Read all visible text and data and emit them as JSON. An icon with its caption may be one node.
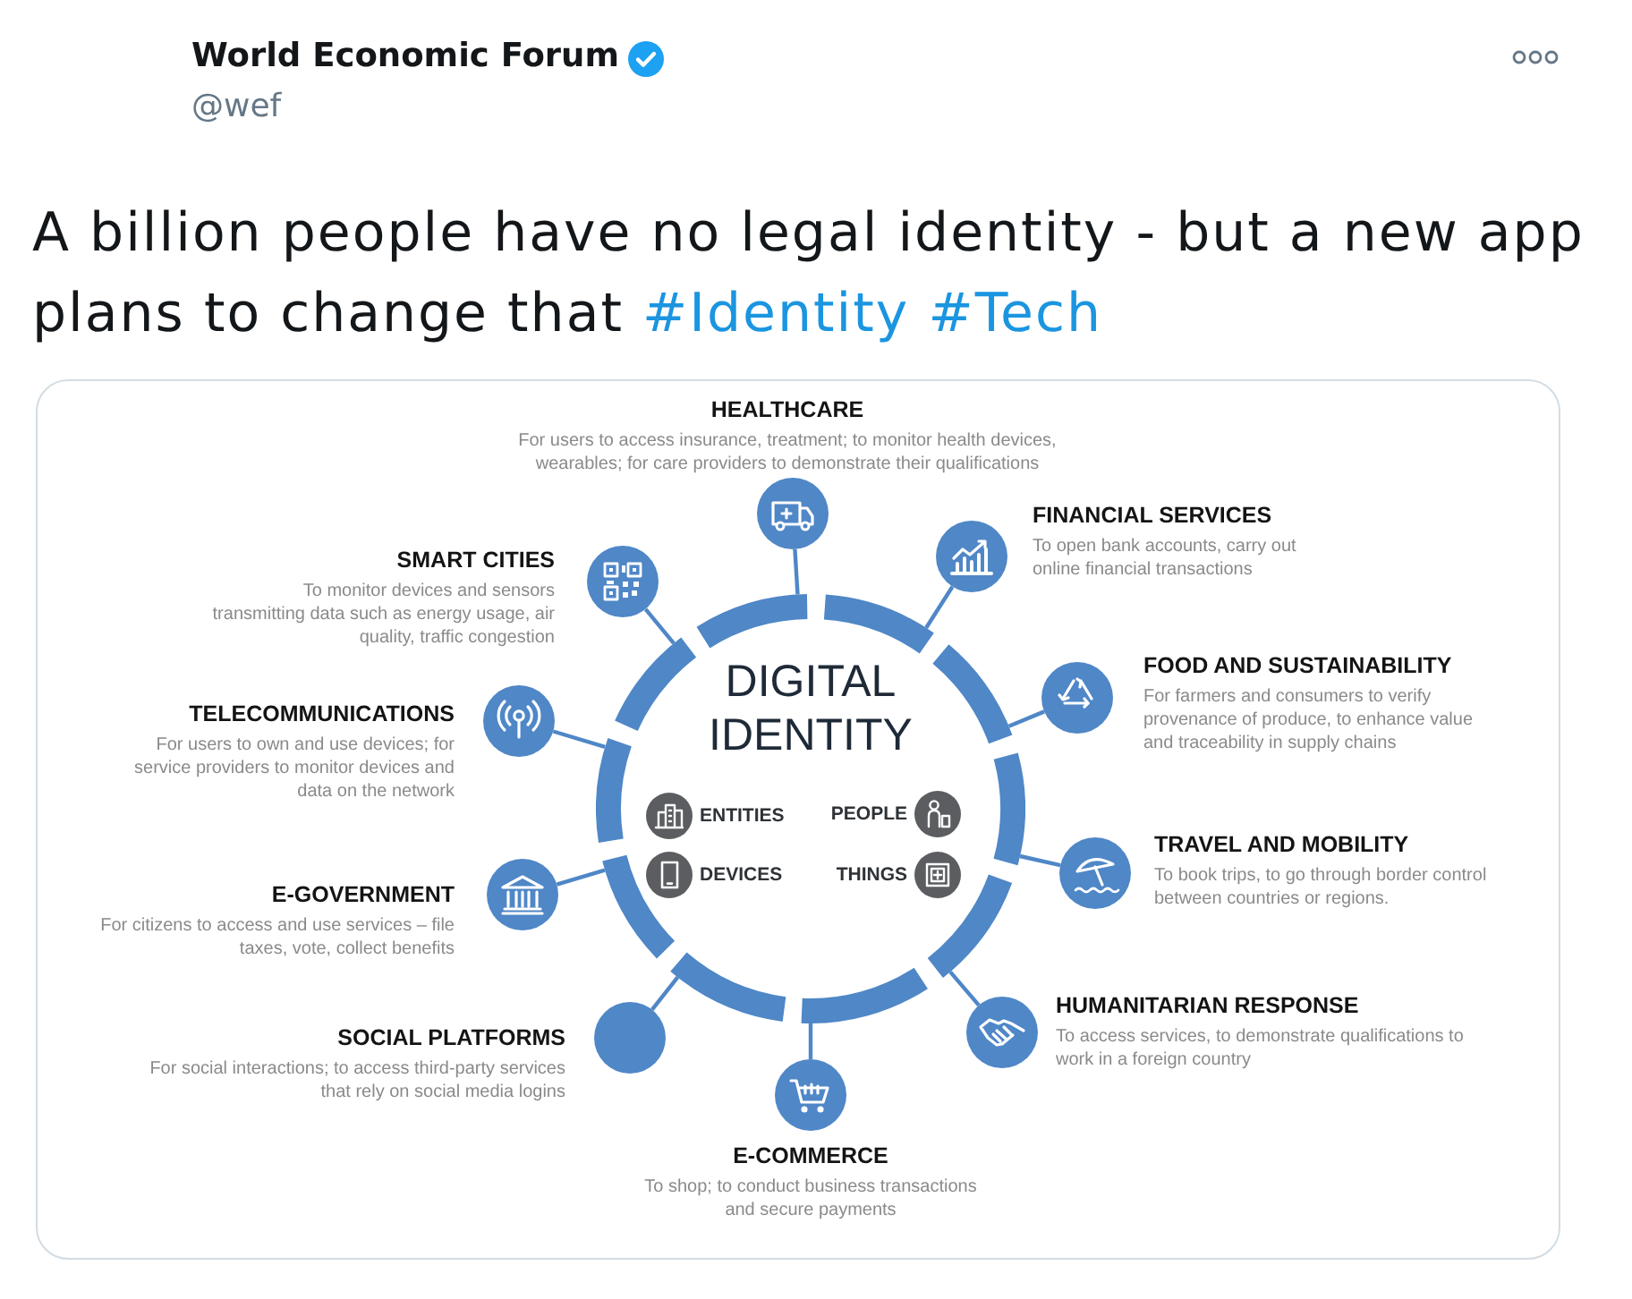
{
  "diagram": {
    "title": "A billion people have no legal identity - but a new app plans to change that",
    "nodes": [
      {
        "text": [
          "DIGITAL IDENTITY",
          "ENTITIES",
          "PEOPLE",
          "DEVICES",
          "THINGS"
        ]
      },
      {
        "text": [],
        "shape": "circle",
        "beside": [
          "HEALTHCARE",
          "For users to access insurance, treatment; to monitor health devices, wearables; for care providers to demonstrate their qualifications"
        ]
      },
      {
        "text": [],
        "shape": "circle",
        "beside": [
          "FINANCIAL SERVICES",
          "To open bank accounts, carry out online financial transactions"
        ]
      },
      {
        "text": [],
        "shape": "circle",
        "beside": [
          "FOOD AND SUSTAINABILITY",
          "For farmers and consumers to verify provenance of produce, to enhance value and traceability in supply chains"
        ]
      },
      {
        "text": [],
        "shape": "circle",
        "beside": [
          "TRAVEL AND MOBILITY",
          "To book trips, to go through border control between countries or regions."
        ]
      },
      {
        "text": [],
        "shape": "circle",
        "beside": [
          "HUMANITARIAN RESPONSE",
          "To access services, to demonstrate qualifications to work in a foreign country"
        ]
      },
      {
        "text": [],
        "shape": "circle",
        "beside": [
          "E-COMMERCE",
          "To shop; to conduct business transactions and secure payments"
        ]
      },
      {
        "text": [],
        "shape": "circle",
        "beside": [
          "SOCIAL PLATFORMS",
          "For social interactions; to access third-party services that rely on social media logins"
        ]
      },
      {
        "text": [],
        "shape": "circle",
        "beside": [
          "E-GOVERNMENT",
          "For citizens to access and use services – file taxes, vote, collect benefits"
        ]
      },
      {
        "text": [],
        "shape": "circle",
        "beside": [
          "TELECOMMUNICATIONS",
          "For users to own and use devices; for service providers to monitor devices and data on the network"
        ]
      },
      {
        "text": [],
        "shape": "circle",
        "beside": [
          "SMART CITIES",
          "To monitor devices and sensors transmitting data such as energy usage, air quality, traffic congestion"
        ]
      }
    ],
    "edges": [
      {
        "from": 0,
        "to": 1,
        "arrow": "none"
      },
      {
        "from": 0,
        "to": 2,
        "arrow": "none"
      },
      {
        "from": 0,
        "to": 3,
        "arrow": "none"
      },
      {
        "from": 0,
        "to": 4,
        "arrow": "none"
      },
      {
        "from": 0,
        "to": 5,
        "arrow": "none"
      },
      {
        "from": 0,
        "to": 6,
        "arrow": "none"
      },
      {
        "from": 0,
        "to": 7,
        "arrow": "none"
      },
      {
        "from": 0,
        "to": 8,
        "arrow": "none"
      },
      {
        "from": 0,
        "to": 9,
        "arrow": "none"
      },
      {
        "from": 0,
        "to": 10,
        "arrow": "none"
      }
    ],
    "labels": [
      "World Economic Forum",
      "@wef",
      "#Identity",
      "#Tech"
    ]
  }
}
